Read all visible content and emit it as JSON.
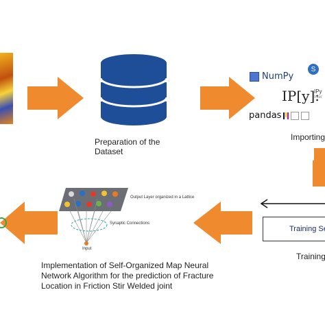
{
  "steps": {
    "preparation": "Preparation of the Dataset",
    "importing": "Importing",
    "training_box": "Training Set",
    "training_caption": "Training",
    "som_caption": "Implementation of Self-Organized Map Neural Network Algorithm for the prediction of Fracture Location in Friction Stir Welded joint"
  },
  "libraries": {
    "numpy": "NumPy",
    "ipython": "IP[y]:",
    "ipy_small": "IPy",
    "ipy_sub": "Inter",
    "pandas": "pandas",
    "scipy_initial": "S"
  },
  "som_diagram": {
    "output_layer_label": "Output Layer organized in a Lattice",
    "synaptic_label": "Synaptic Connections",
    "input_label": "Input"
  },
  "colors": {
    "arrow_orange": "#F08A2E",
    "db_blue": "#1F4E99",
    "lattice_gray": "#6B6F75"
  }
}
